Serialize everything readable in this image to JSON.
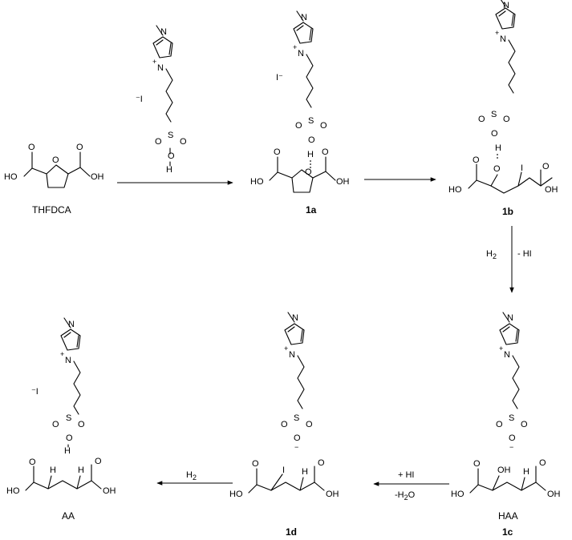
{
  "atoms": {
    "N": "N",
    "O": "O",
    "S": "S",
    "H": "H",
    "I": "I",
    "OH": "OH",
    "HO": "HO",
    "plus": "+",
    "minus": "−",
    "iodide": "I",
    "minus_I": "⁻I",
    "I_minus": "I⁻"
  },
  "labels": {
    "thfdca": "THFDCA",
    "c1a": "1a",
    "c1b": "1b",
    "c1c": "1c",
    "c1d": "1d",
    "haa": "HAA",
    "aa": "AA"
  },
  "conditions": {
    "step_b_c_left": "H",
    "step_b_c_left_sub": "2",
    "step_b_c_right": "- HI",
    "step_c_d_top": "+ HI",
    "step_c_d_bottom_pre": "-H",
    "step_c_d_bottom_sub": "2",
    "step_c_d_bottom_post": "O",
    "step_d_aa": "H",
    "step_d_aa_sub": "2"
  },
  "colors": {
    "ink": "#000000",
    "background": "#ffffff"
  }
}
